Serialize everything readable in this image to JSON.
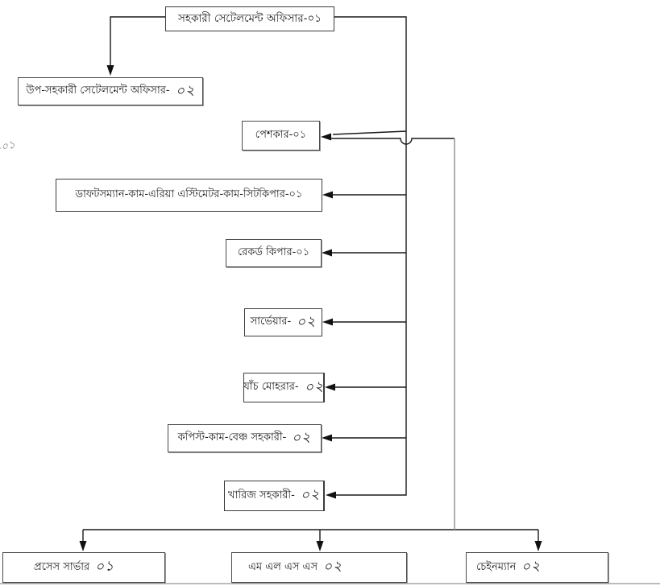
{
  "diagram": {
    "description": "Organogram of a settlement office (Bengali labels)",
    "colors": {
      "background": "#ffffff",
      "line": "#1a1a1a",
      "secondary_line": "#999999",
      "box_border": "#3c3c3c",
      "text": "#1b1b1b"
    },
    "stray_label": "-০১",
    "nodes": [
      {
        "id": "assistant-settlement-officer",
        "label": "সহকারী সেটেলমেন্ট অফিসার-০১",
        "num": ""
      },
      {
        "id": "deputy-assistant-settlement-officer",
        "label": "উপ-সহকারী সেটেলমেন্ট অফিসার-",
        "num": "০২"
      },
      {
        "id": "peshkar",
        "label": "পেশকার-০১",
        "num": ""
      },
      {
        "id": "draftsman-cum-area-estimator-cum-sheetkeeper",
        "label": "ডাফটসম্যান-কাম-এরিয়া এস্টিমেটর-কাম-সিটকিপার-০১",
        "num": ""
      },
      {
        "id": "record-keeper",
        "label": "রেকর্ড কিপার-০১",
        "num": ""
      },
      {
        "id": "surveyor",
        "label": "সার্ভেয়ার-",
        "num": "০২"
      },
      {
        "id": "jaach-moharar",
        "label": "যাঁচ মোহরার-",
        "num": "০২"
      },
      {
        "id": "copyist-cum-bench-assistant",
        "label": "কপিস্ট-কাম-বেঞ্চ সহকারী-",
        "num": "০২"
      },
      {
        "id": "kharij-assistant",
        "label": "খারিজ সহকারী-",
        "num": "০২"
      },
      {
        "id": "process-server",
        "label": "প্রসেস সার্ভার",
        "num": "০১"
      },
      {
        "id": "mlss",
        "label": "এম এল এস এস",
        "num": "০২"
      },
      {
        "id": "chainman",
        "label": "চেইনম্যান",
        "num": "০২"
      }
    ]
  }
}
